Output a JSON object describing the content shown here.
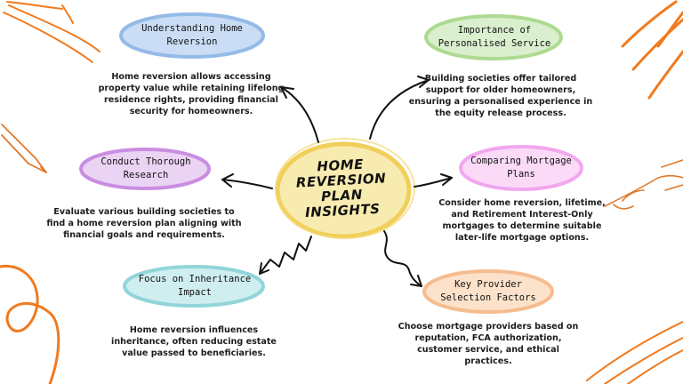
{
  "center": {
    "lines": [
      "HOME",
      "REVERSION",
      "PLAN",
      "INSIGHTS"
    ]
  },
  "topics": [
    {
      "id": "understanding",
      "title_lines": [
        "Understanding Home",
        "Reversion"
      ],
      "description": "Home reversion allows accessing property value while retaining lifelong residence rights, providing financial security for homeowners.",
      "color": "#8fb7e6"
    },
    {
      "id": "personalised",
      "title_lines": [
        "Importance of",
        "Personalised Service"
      ],
      "description": "Building societies offer tailored support for older homeowners, ensuring a personalised experience in the equity release process.",
      "color": "#a9d98c"
    },
    {
      "id": "research",
      "title_lines": [
        "Conduct Thorough",
        "Research"
      ],
      "description": "Evaluate various building societies to find a home reversion plan aligning with financial goals and requirements.",
      "color": "#c889e0"
    },
    {
      "id": "comparing",
      "title_lines": [
        "Comparing Mortgage",
        "Plans"
      ],
      "description": "Consider home reversion, lifetime, and Retirement Interest-Only mortgages to determine suitable later-life mortgage options.",
      "color": "#f2a3ee"
    },
    {
      "id": "inheritance",
      "title_lines": [
        "Focus on Inheritance",
        "Impact"
      ],
      "description": "Home reversion influences inheritance, often reducing estate value passed to beneficiaries.",
      "color": "#8cd3d8"
    },
    {
      "id": "provider",
      "title_lines": [
        "Key Provider",
        "Selection Factors"
      ],
      "description": "Choose mortgage providers based on reputation, FCA authorization, customer service, and ethical practices.",
      "color": "#f5b98a"
    }
  ],
  "colors": {
    "accent_orange": "#f07a1e",
    "center_fill": "#f7e7a0",
    "center_stroke": "#f0cf5a"
  }
}
